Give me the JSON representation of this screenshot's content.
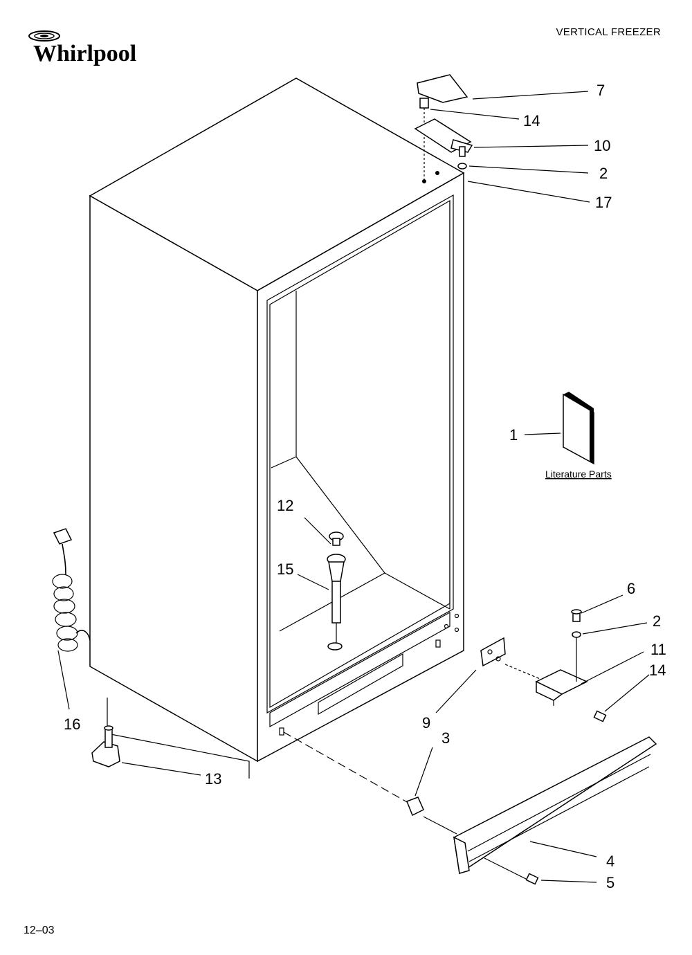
{
  "header": {
    "brand": "Whirlpool",
    "title": "VERTICAL FREEZER"
  },
  "footer": {
    "date_code": "12–03"
  },
  "literature": {
    "label": "Literature Parts"
  },
  "callouts": [
    {
      "id": "c7",
      "label": "7"
    },
    {
      "id": "c14a",
      "label": "14"
    },
    {
      "id": "c10",
      "label": "10"
    },
    {
      "id": "c2a",
      "label": "2"
    },
    {
      "id": "c17",
      "label": "17"
    },
    {
      "id": "c1",
      "label": "1"
    },
    {
      "id": "c12",
      "label": "12"
    },
    {
      "id": "c15",
      "label": "15"
    },
    {
      "id": "c6",
      "label": "6"
    },
    {
      "id": "c2b",
      "label": "2"
    },
    {
      "id": "c11",
      "label": "11"
    },
    {
      "id": "c14b",
      "label": "14"
    },
    {
      "id": "c9",
      "label": "9"
    },
    {
      "id": "c3",
      "label": "3"
    },
    {
      "id": "c16",
      "label": "16"
    },
    {
      "id": "c13",
      "label": "13"
    },
    {
      "id": "c4",
      "label": "4"
    },
    {
      "id": "c5",
      "label": "5"
    }
  ]
}
